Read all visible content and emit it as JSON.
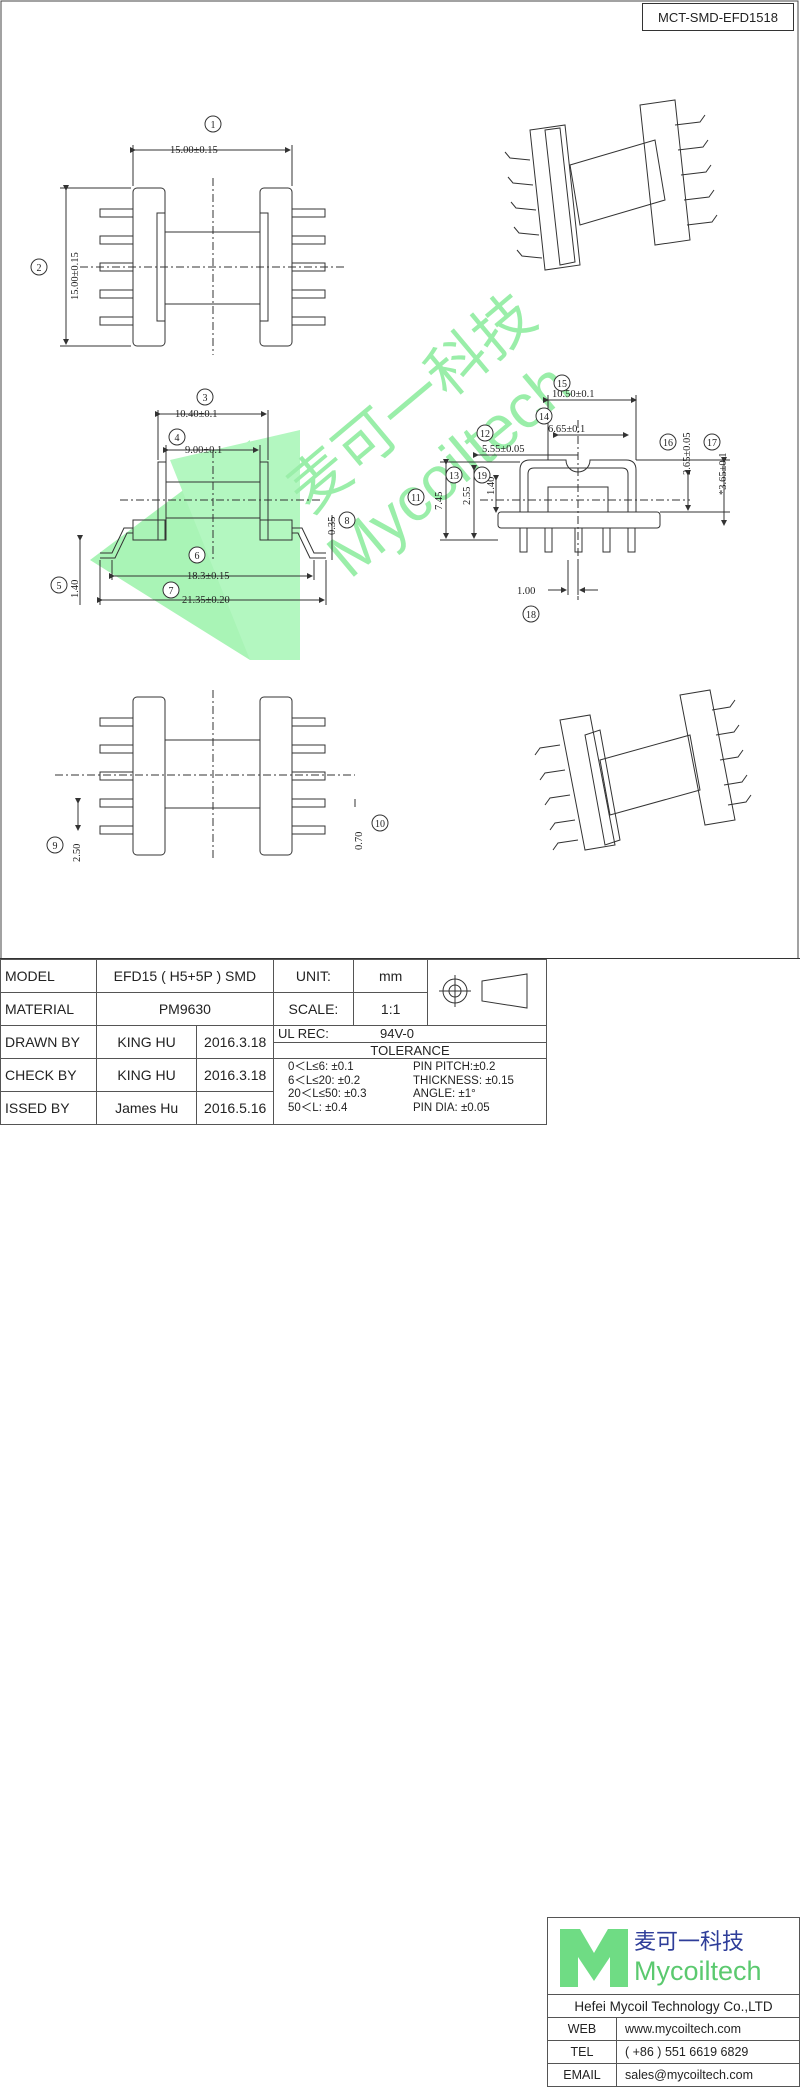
{
  "doc_code": "MCT-SMD-EFD1518",
  "watermark": {
    "cn": "麦可一科技",
    "en": "Mycoiltech"
  },
  "dims": {
    "d1": "15.00±0.15",
    "d2": "15.00±0.15",
    "d3": "10.40±0.1",
    "d4": "9.00±0.1",
    "d5": "1.40",
    "d6": "18.3±0.15",
    "d7": "21.35±0.20",
    "d8": "0.35",
    "d9": "2.50",
    "d10": "0.70",
    "d11": "7.45",
    "d12": "5.55±0.05",
    "d13": "2.55",
    "d14": "6.65±0.1",
    "d15": "10.50±0.1",
    "d16": "2.65±0.05",
    "d17": "*3.65±0.1",
    "d18": "1.00",
    "d19": "1.40"
  },
  "callouts": [
    "1",
    "2",
    "3",
    "4",
    "5",
    "6",
    "7",
    "8",
    "9",
    "10",
    "11",
    "12",
    "13",
    "14",
    "15",
    "16",
    "17",
    "18",
    "19"
  ],
  "title_block": {
    "model_label": "MODEL",
    "model_value": "EFD15 ( H5+5P ) SMD",
    "unit_label": "UNIT:",
    "unit_value": "mm",
    "material_label": "MATERIAL",
    "material_value": "PM9630",
    "scale_label": "SCALE:",
    "scale_value": "1:1",
    "drawn_label": "DRAWN BY",
    "drawn_name": "KING HU",
    "drawn_date": "2016.3.18",
    "ul_label": "UL REC:",
    "ul_value": "94V-0",
    "tolerance_label": "TOLERANCE",
    "check_label": "CHECK BY",
    "check_name": "KING HU",
    "check_date": "2016.3.18",
    "issued_label": "ISSED BY",
    "issued_name": "James Hu",
    "issued_date": "2016.5.16",
    "tol_lines": [
      "0＜L≤6: ±0.1",
      "6＜L≤20: ±0.2",
      "20＜L≤50: ±0.3",
      "50＜L: ±0.4"
    ],
    "tol_right": [
      "PIN PITCH:±0.2",
      "THICKNESS: ±0.15",
      "ANGLE: ±1°",
      "PIN DIA: ±0.05"
    ]
  },
  "company": {
    "logo_cn": "麦可一科技",
    "logo_en": "Mycoiltech",
    "name": "Hefei Mycoil Technology Co.,LTD",
    "web_label": "WEB",
    "web": "www.mycoiltech.com",
    "tel_label": "TEL",
    "tel": "( +86 ) 551 6619 6829",
    "email_label": "EMAIL",
    "email": "sales@mycoiltech.com"
  },
  "colors": {
    "watermark": "#79e88d",
    "line": "#333333"
  }
}
